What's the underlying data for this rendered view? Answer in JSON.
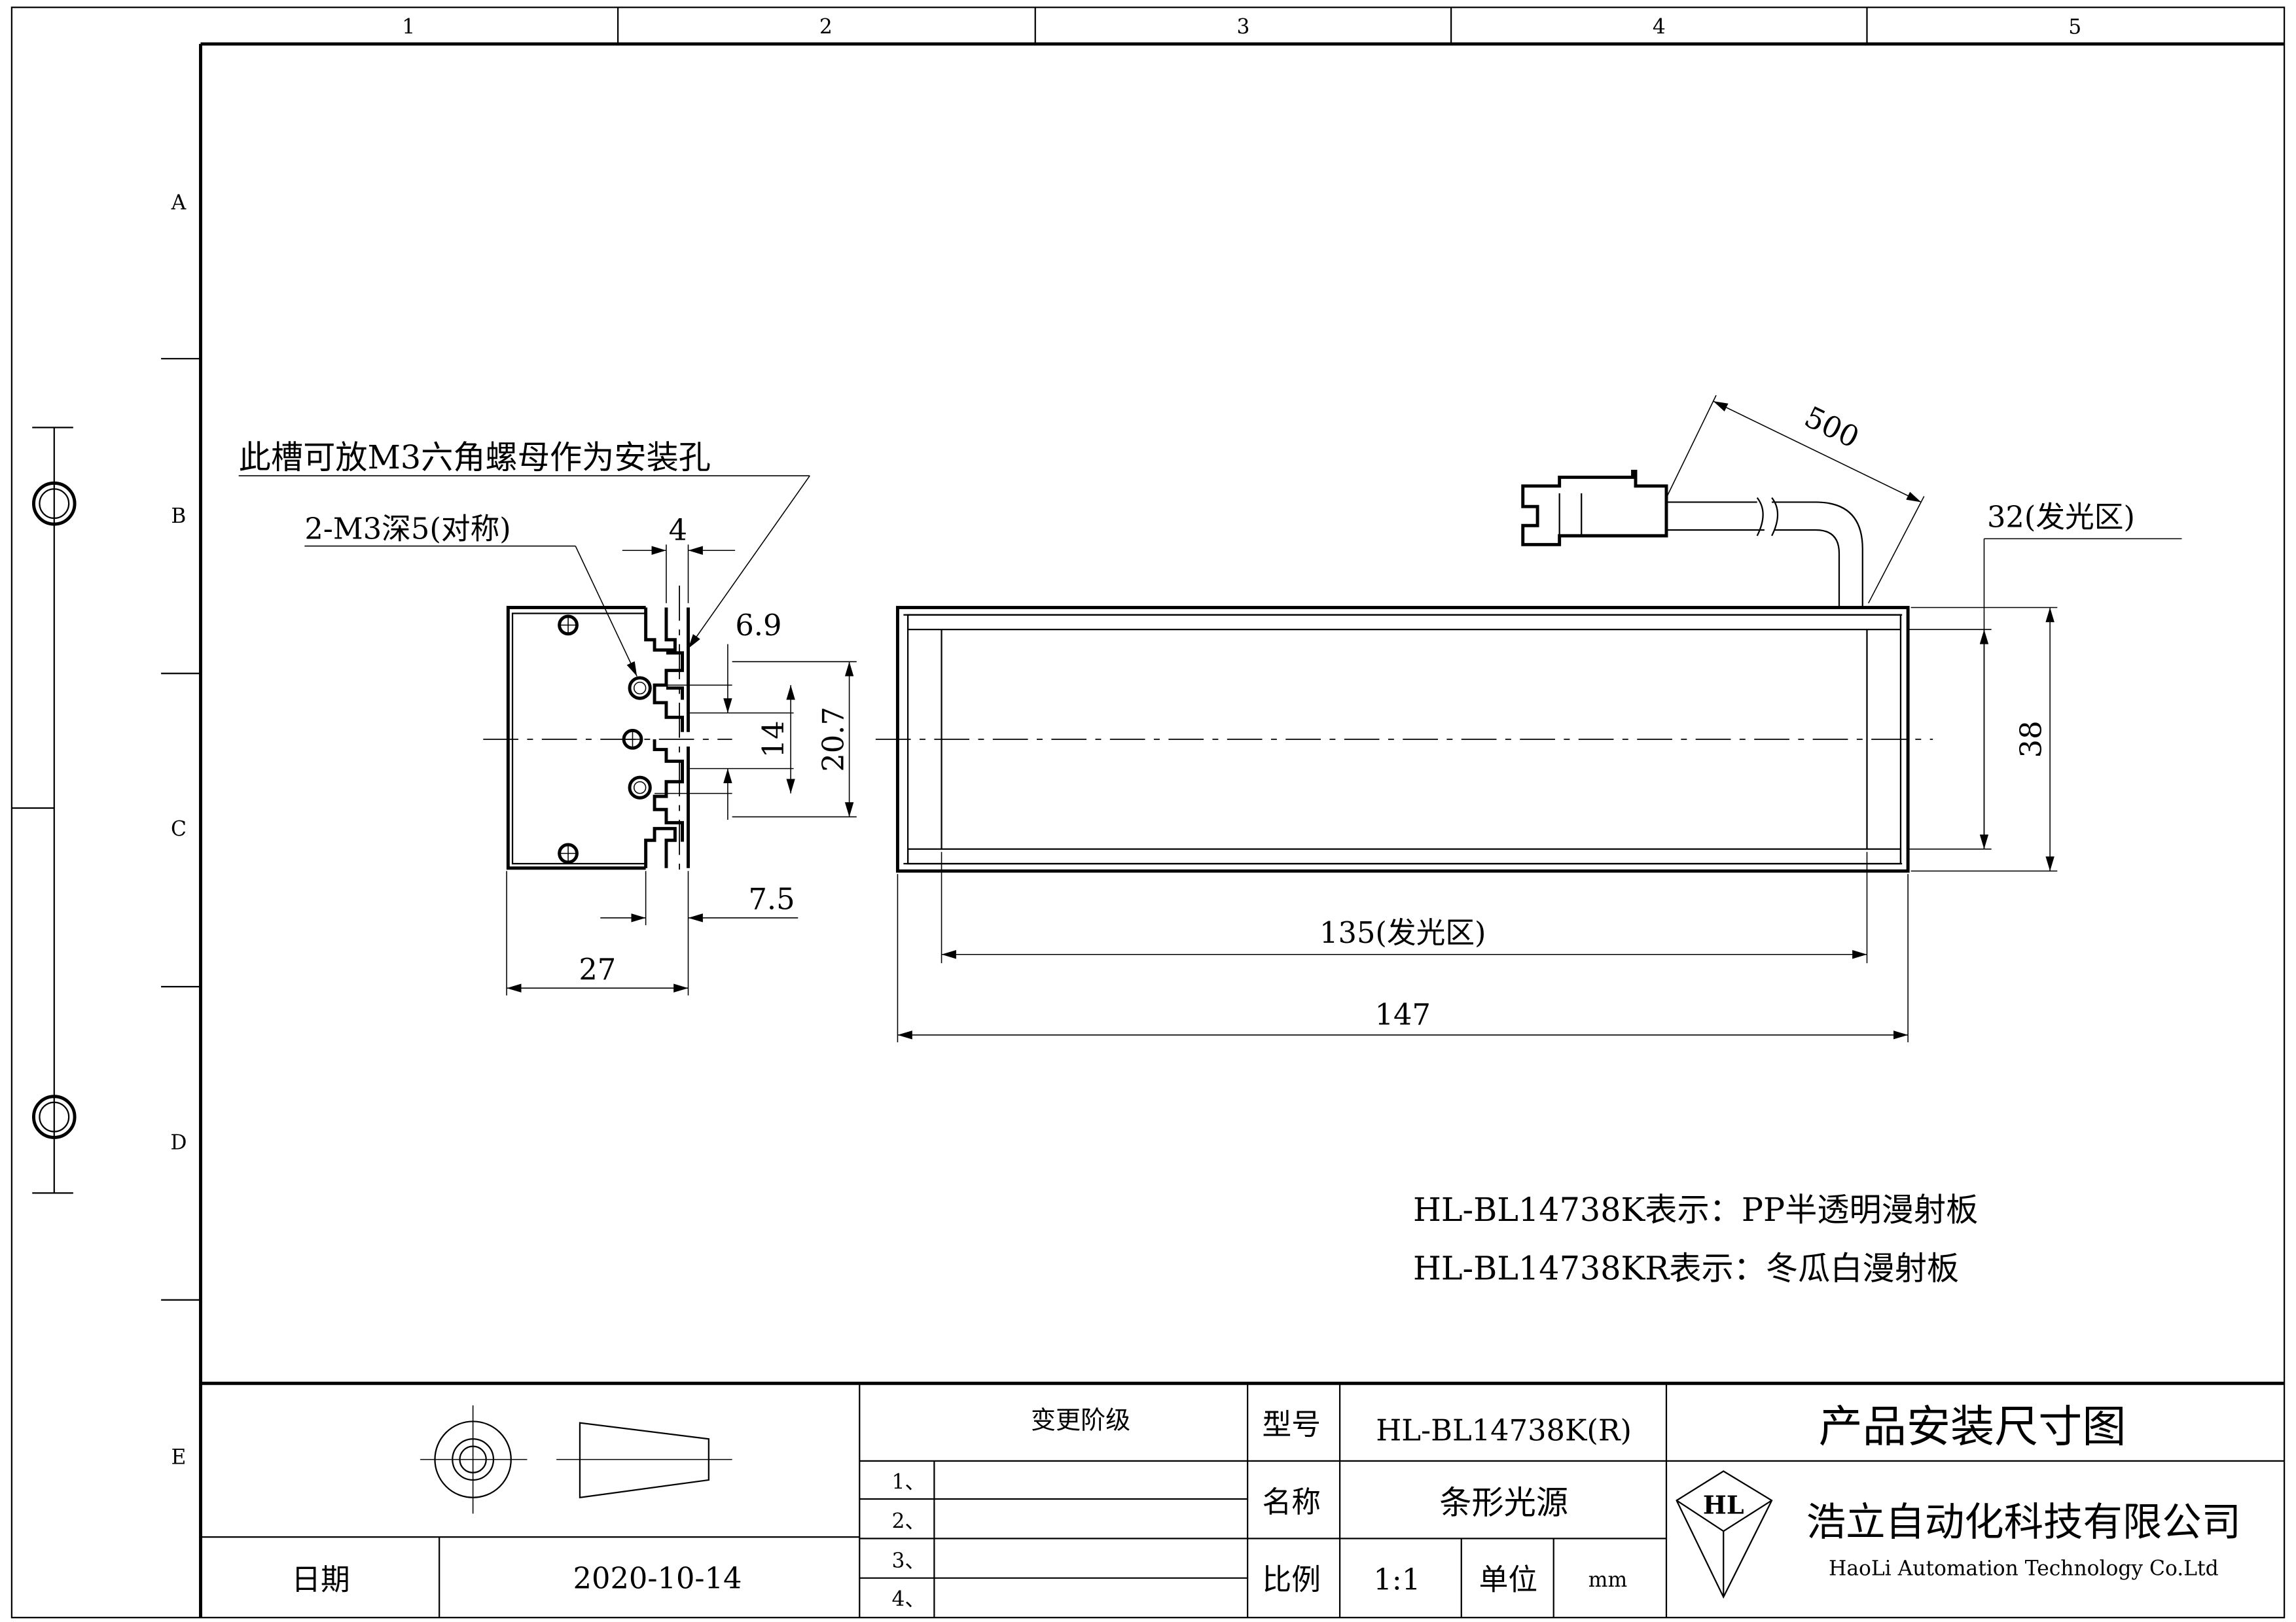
{
  "ruler": {
    "columns": [
      "1",
      "2",
      "3",
      "4",
      "5"
    ],
    "rows": [
      "A",
      "B",
      "C",
      "D",
      "E"
    ]
  },
  "annotations": {
    "slot_note": "此槽可放M3六角螺母作为安装孔",
    "hole_note": "2-M3深5(对称)"
  },
  "dimensions": {
    "slot_width": "4",
    "slot_offset": "6.9",
    "hole_pitch": "14",
    "slot_span": "20.7",
    "slot_depth": "7.5",
    "depth": "27",
    "cable_length": "500",
    "emitting_height": "32(发光区)",
    "height": "38",
    "emitting_length": "135(发光区)",
    "length": "147"
  },
  "notes": [
    "HL-BL14738K表示：PP半透明漫射板",
    "HL-BL14738KR表示：冬瓜白漫射板"
  ],
  "title_block": {
    "change_level_label": "变更阶级",
    "change_rows": [
      "1、",
      "2、",
      "3、",
      "4、"
    ],
    "date_label": "日期",
    "date": "2020-10-14",
    "model_label": "型号",
    "model": "HL-BL14738K(R)",
    "name_label": "名称",
    "name": "条形光源",
    "scale_label": "比例",
    "scale": "1:1",
    "unit_label": "单位",
    "unit": "mm",
    "drawing_title": "产品安装尺寸图",
    "company_cn": "浩立自动化科技有限公司",
    "company_en": "HaoLi Automation Technology Co.Ltd",
    "logo_text": "HL"
  }
}
